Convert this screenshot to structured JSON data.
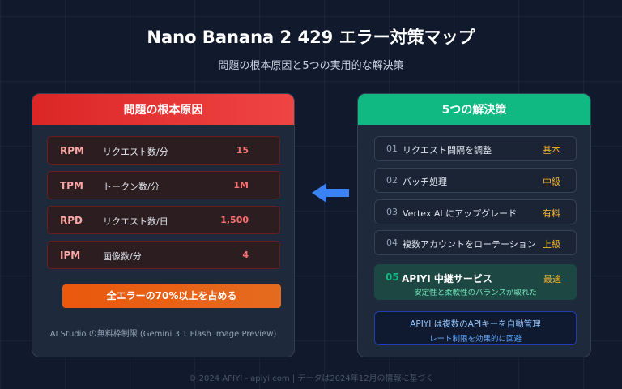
{
  "title": "Nano Banana 2 429 エラー対策マップ",
  "subtitle": "問題の根本原因と5つの実用的な解決策",
  "left": {
    "header": "問題の根本原因",
    "limits": [
      {
        "key": "RPM",
        "desc": "リクエスト数/分",
        "value": "15"
      },
      {
        "key": "TPM",
        "desc": "トークン数/分",
        "value": "1M"
      },
      {
        "key": "RPD",
        "desc": "リクエスト数/日",
        "value": "1,500"
      },
      {
        "key": "IPM",
        "desc": "画像数/分",
        "value": "4"
      }
    ],
    "highlight": "全エラーの70%以上を占める",
    "note": "AI Studio の無料枠制限 (Gemini 3.1 Flash Image Preview)"
  },
  "right": {
    "header": "5つの解決策",
    "solutions": [
      {
        "num": "01",
        "text": "リクエスト間隔を調整",
        "level": "基本"
      },
      {
        "num": "02",
        "text": "バッチ処理",
        "level": "中級"
      },
      {
        "num": "03",
        "text": "Vertex AI にアップグレード",
        "level": "有料"
      },
      {
        "num": "04",
        "text": "複数アカウントをローテーション",
        "level": "上級"
      }
    ],
    "best": {
      "num": "05",
      "text": "APIYI 中継サービス",
      "level": "最適",
      "sub": "安定性と柔軟性のバランスが取れた"
    },
    "info": {
      "line1": "APIYI は複数のAPIキーを自動管理",
      "line2": "レート制限を効果的に回避"
    }
  },
  "footer": "© 2024 APIYI - apiyi.com | データは2024年12月の情報に基づく",
  "colors": {
    "problem": "#ef4444",
    "solution": "#10b981",
    "accent": "#f5b82e",
    "arrow": "#3b82f6"
  }
}
